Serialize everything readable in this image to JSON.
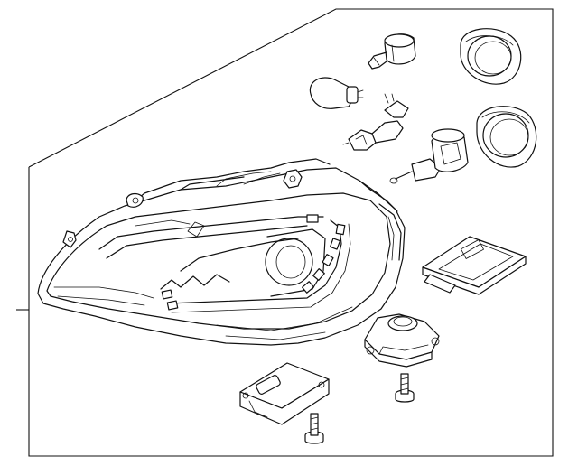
{
  "diagram": {
    "kind": "exploded parts illustration",
    "components": [
      "headlamp-assembly",
      "bulb-socket",
      "wedge-bulb",
      "h7-bulb",
      "hid-bulb",
      "seal-ring-upper",
      "seal-ring-lower",
      "hid-control-module",
      "bulb-igniter",
      "ballast-module",
      "mounting-screw-upper",
      "mounting-screw-lower"
    ]
  },
  "colors": {
    "background": "#ffffff",
    "line": "#111111"
  }
}
